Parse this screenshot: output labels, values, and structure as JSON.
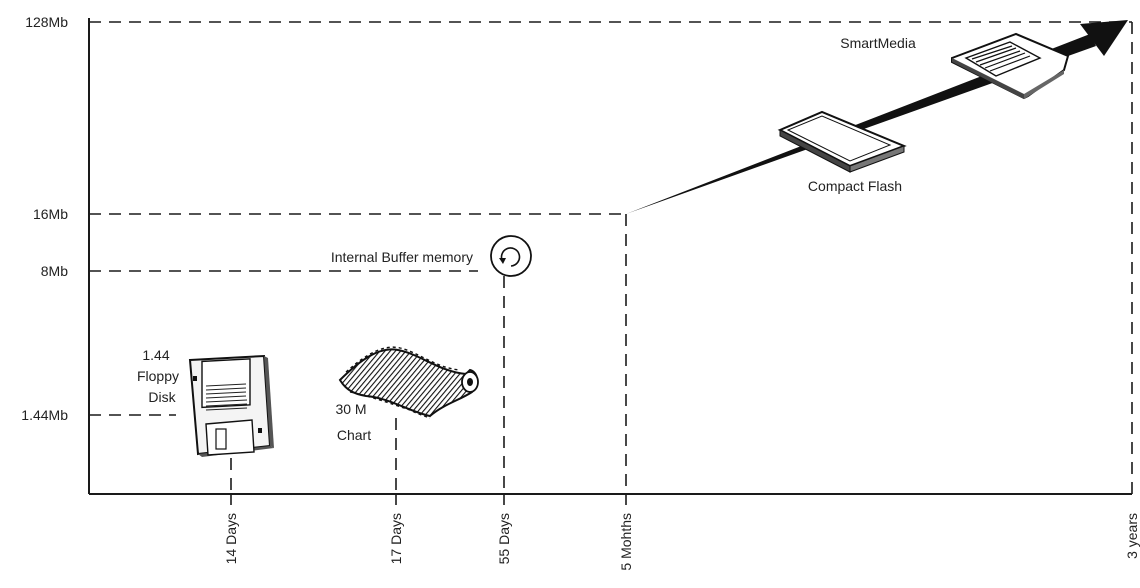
{
  "y_axis": {
    "ticks": [
      {
        "key": "mb128",
        "label": "128Mb"
      },
      {
        "key": "mb16",
        "label": "16Mb"
      },
      {
        "key": "mb8",
        "label": "8Mb"
      },
      {
        "key": "mb144",
        "label": "1.44Mb"
      }
    ]
  },
  "x_axis": {
    "ticks": [
      {
        "key": "d14",
        "label": "14 Days"
      },
      {
        "key": "d17",
        "label": "17 Days"
      },
      {
        "key": "d55",
        "label": "55 Days"
      },
      {
        "key": "m5",
        "label": "5 Mohths"
      },
      {
        "key": "y3",
        "label": "3 years"
      }
    ]
  },
  "media": {
    "floppy": {
      "line1": "1.44",
      "line2": "Floppy",
      "line3": "Disk"
    },
    "chart": {
      "line1": "30 M",
      "line2": "Chart"
    },
    "buffer": {
      "label": "Internal Buffer memory"
    },
    "compact_flash": {
      "label": "Compact Flash"
    },
    "smartmedia": {
      "label": "SmartMedia"
    }
  },
  "colors": {
    "line": "#1a1a1a",
    "text": "#222222",
    "background": "#ffffff"
  },
  "icons": [
    "floppy-disk-icon",
    "chart-paper-roll-icon",
    "buffer-memory-icon",
    "compact-flash-card-icon",
    "smartmedia-card-icon",
    "growth-arrow-icon"
  ]
}
